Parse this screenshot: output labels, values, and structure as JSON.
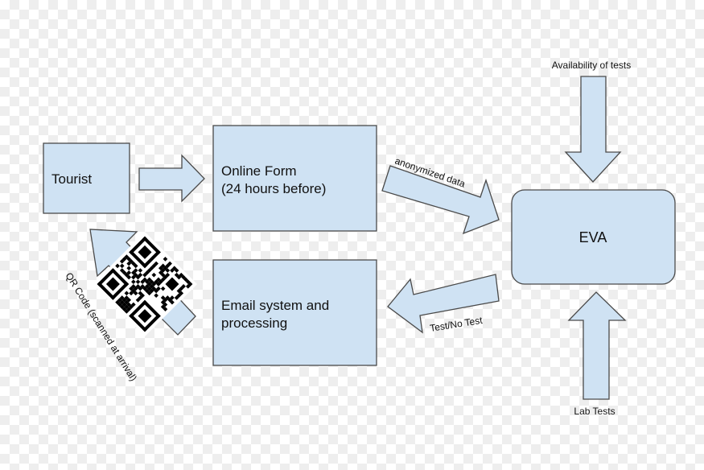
{
  "nodes": {
    "tourist": "Tourist",
    "online_form": [
      "Online Form",
      "(24 hours before)"
    ],
    "email_system": [
      "Email system and",
      "processing"
    ],
    "eva": "EVA"
  },
  "edge_labels": {
    "form_to_eva": "anonymized data",
    "eva_to_email": "Test/No Test",
    "availability": "Availability of tests",
    "lab_tests": "Lab Tests",
    "qr_code": "QR Code (scanned at arrival)"
  },
  "colors": {
    "box_fill": "#cfe2f3",
    "stroke": "#4a4a4a"
  },
  "icons": [
    "qr-code-icon"
  ]
}
